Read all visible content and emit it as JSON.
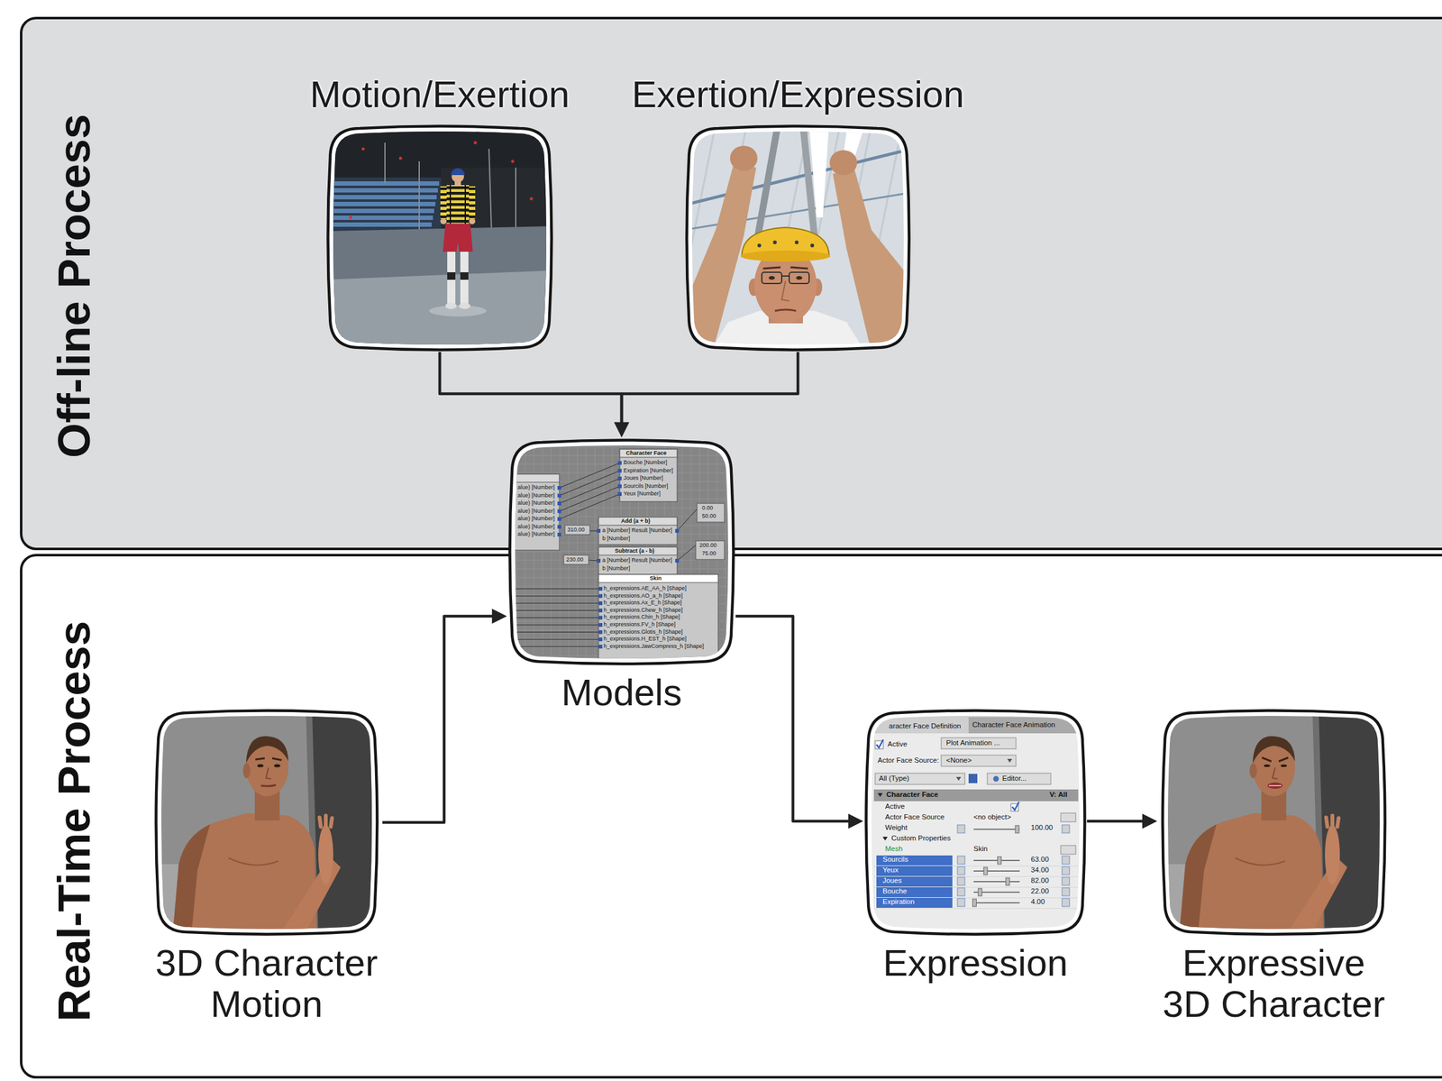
{
  "diagram": {
    "nodes": [
      {
        "text": [
          "Off-line Process"
        ]
      },
      {
        "text": [
          "Motion/Exertion"
        ],
        "in": 0
      },
      {
        "text": [
          "Exertion/Expression"
        ],
        "in": 0
      },
      {
        "text": [
          "Models"
        ]
      },
      {
        "text": [
          "Real-Time Process"
        ]
      },
      {
        "text": [
          "3D Character Motion"
        ],
        "in": 4
      },
      {
        "text": [
          "Expression"
        ],
        "in": 4
      },
      {
        "text": [
          "Expressive 3D Character"
        ],
        "in": 4
      }
    ],
    "edges": [
      {
        "from": 1,
        "to": 3,
        "arrow": "to"
      },
      {
        "from": 2,
        "to": 3,
        "arrow": "to"
      },
      {
        "from": 5,
        "to": 3,
        "arrow": "to"
      },
      {
        "from": 3,
        "to": 6,
        "arrow": "to"
      },
      {
        "from": 6,
        "to": 7,
        "arrow": "to"
      }
    ],
    "labels": [
      "Character Face",
      "Bouche [Number]",
      "Expiration [Number]",
      "Joues [Number]",
      "Sourcils [Number]",
      "Yeux [Number]",
      "alue) [Number]",
      "alue) [Number]",
      "alue) [Number]",
      "alue) [Number]",
      "alue) [Number]",
      "alue) [Number]",
      "alue) [Number]",
      "0.00",
      "50.00",
      "Add (a + b)",
      "a [Number] Result [Number]",
      "b [Number]",
      "310.00",
      "200.00",
      "75.00",
      "Subtract (a - b)",
      "a [Number] Result [Number]",
      "b [Number]",
      "230.00",
      "Skin",
      "h_expressions.AE_AA_h [Shape]",
      "h_expressions.AO_a_h [Shape]",
      "h_expressions.Ax_E_h [Shape]",
      "h_expressions.Chew_h [Shape]",
      "h_expressions.Chin_h [Shape]",
      "h_expressions.FV_h [Shape]",
      "h_expressions.Glotis_h [Shape]",
      "h_expressions.H_EST_h [Shape]",
      "h_expressions.JawCompress_h [Shape]",
      "aracter Face Definition",
      "Character Face Animation",
      "Active",
      "Plot Animation ...",
      "Actor Face Source:",
      "<None>",
      "All (Type)",
      "Editor...",
      "Character Face",
      "V: All",
      "Active",
      "Actor Face Source",
      "<no object>",
      "Weight",
      "100.00",
      "Custom Properties",
      "Mesh",
      "Skin",
      "Sourcils",
      "63.00",
      "Yeux",
      "34.00",
      "Joues",
      "82.00",
      "Bouche",
      "22.00",
      "Expiration",
      "4.00"
    ]
  }
}
